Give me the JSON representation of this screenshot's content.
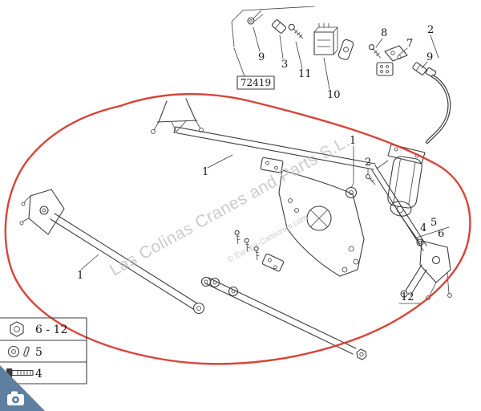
{
  "watermark": {
    "line1": "Las Colinas Cranes and Parts S.L.",
    "line2": "© Europa-Camiones.com"
  },
  "ref_box": {
    "label": "72419"
  },
  "labels": [
    {
      "id": "harness-2",
      "text": "2"
    },
    {
      "id": "screw-8",
      "text": "8"
    },
    {
      "id": "bracket-7",
      "text": "7"
    },
    {
      "id": "sleeve-9-right",
      "text": "9"
    },
    {
      "id": "terminal-9-left",
      "text": "9"
    },
    {
      "id": "connector-3",
      "text": "3"
    },
    {
      "id": "screw-11",
      "text": "11"
    },
    {
      "id": "relay-10",
      "text": "10"
    },
    {
      "id": "washer-1",
      "text": "1"
    },
    {
      "id": "screw-2",
      "text": "2"
    },
    {
      "id": "frame-1",
      "text": "1"
    },
    {
      "id": "rod-1",
      "text": "1"
    },
    {
      "id": "item-4",
      "text": "4"
    },
    {
      "id": "item-5",
      "text": "5"
    },
    {
      "id": "item-6",
      "text": "6"
    },
    {
      "id": "lever-12",
      "text": "12"
    }
  ],
  "legend": {
    "rows": [
      {
        "icon": "hex-nut-icon",
        "label": "6 - 12"
      },
      {
        "icon": "washer-pin-icon",
        "label": "5"
      },
      {
        "icon": "bolt-icon",
        "label": "4"
      }
    ]
  },
  "colors": {
    "outline_red": "#d63a2e",
    "line": "#3c3c3c",
    "watermark": "#c3c3c3",
    "badge_blue": "#5e7f9f",
    "background": "#ffffff"
  }
}
